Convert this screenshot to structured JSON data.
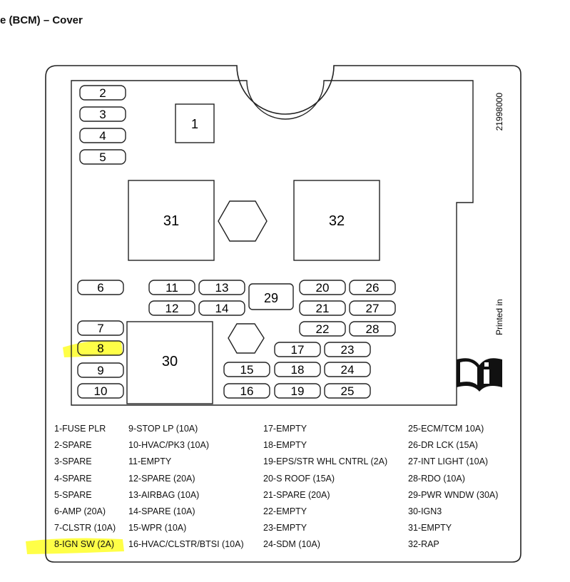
{
  "page_title": "e (BCM) – Cover",
  "part_number": "21998000",
  "printed_in": "Printed in",
  "info_icon": "manual-info-icon",
  "highlight_color": "#ffff33",
  "small_fuses": [
    "2",
    "3",
    "4",
    "5",
    "6",
    "7",
    "8",
    "9",
    "10",
    "11",
    "12",
    "13",
    "14",
    "15",
    "16",
    "17",
    "18",
    "19",
    "20",
    "21",
    "22",
    "23",
    "24",
    "25",
    "26",
    "27",
    "28",
    "29"
  ],
  "blocks": [
    "1",
    "30",
    "31",
    "32"
  ],
  "legend": {
    "col1": [
      "1-FUSE PLR",
      "2-SPARE",
      "3-SPARE",
      "4-SPARE",
      "5-SPARE",
      "6-AMP (20A)",
      "7-CLSTR (10A)",
      "8-IGN SW (2A)"
    ],
    "col2": [
      "9-STOP LP (10A)",
      "10-HVAC/PK3 (10A)",
      "11-EMPTY",
      "12-SPARE (20A)",
      "13-AIRBAG (10A)",
      "14-SPARE (10A)",
      "15-WPR (10A)",
      "16-HVAC/CLSTR/BTSI (10A)"
    ],
    "col3": [
      "17-EMPTY",
      "18-EMPTY",
      "19-EPS/STR WHL CNTRL (2A)",
      "20-S ROOF (15A)",
      "21-SPARE (20A)",
      "22-EMPTY",
      "23-EMPTY",
      "24-SDM (10A)"
    ],
    "col4": [
      "25-ECM/TCM 10A)",
      "26-DR LCK (15A)",
      "27-INT LIGHT (10A)",
      "28-RDO (10A)",
      "29-PWR WNDW (30A)",
      "30-IGN3",
      "31-EMPTY",
      "32-RAP"
    ]
  }
}
